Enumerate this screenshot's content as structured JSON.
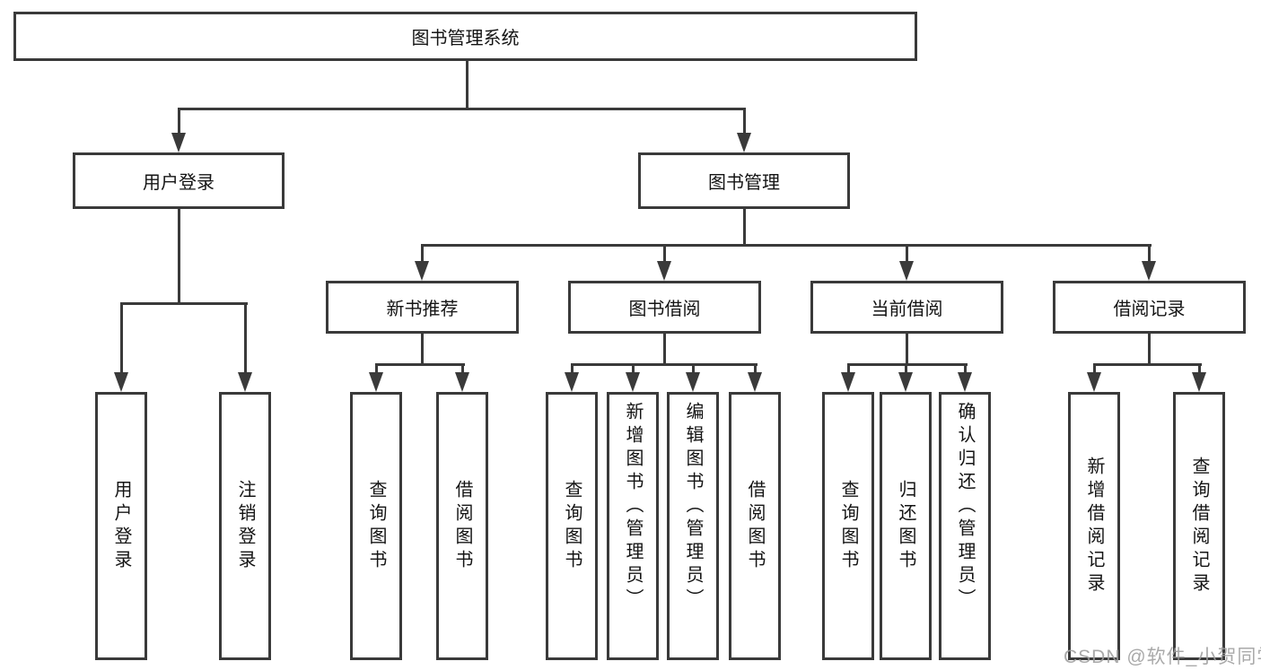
{
  "tree": {
    "label": "图书管理系统",
    "children": [
      {
        "label": "用户登录",
        "children": [
          {
            "label": "用户登录"
          },
          {
            "label": "注销登录"
          }
        ]
      },
      {
        "label": "图书管理",
        "children": [
          {
            "label": "新书推荐",
            "children": [
              {
                "label": "查询图书"
              },
              {
                "label": "借阅图书"
              }
            ]
          },
          {
            "label": "图书借阅",
            "children": [
              {
                "label": "查询图书"
              },
              {
                "label": "新增图书（管理员）"
              },
              {
                "label": "编辑图书（管理员）"
              },
              {
                "label": "借阅图书"
              }
            ]
          },
          {
            "label": "当前借阅",
            "children": [
              {
                "label": "查询图书"
              },
              {
                "label": "归还图书"
              },
              {
                "label": "确认归还（管理员）"
              }
            ]
          },
          {
            "label": "借阅记录",
            "children": [
              {
                "label": "新增借阅记录"
              },
              {
                "label": "查询借阅记录"
              }
            ]
          }
        ]
      }
    ]
  },
  "watermark": {
    "text": "CSDN @软件_小贺同学"
  },
  "colors": {
    "line": "#3a3a3a",
    "text": "#141414",
    "background": "#ffffff",
    "watermark": "#9e9e9e"
  }
}
